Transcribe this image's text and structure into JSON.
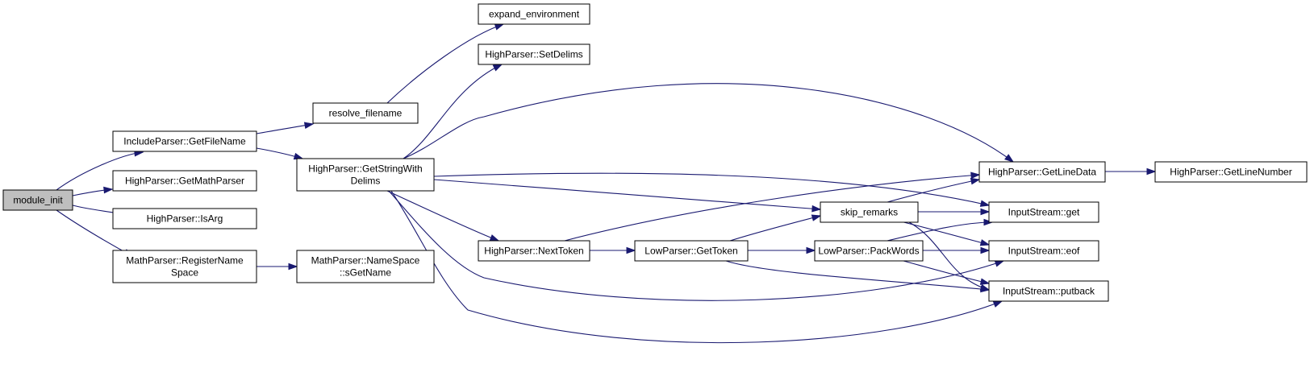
{
  "diagram": {
    "nodes": {
      "module_init": {
        "lines": [
          "module_init"
        ],
        "root": true
      },
      "IncludeParser_GetFileName": {
        "lines": [
          "IncludeParser::GetFileName"
        ]
      },
      "HighParser_GetMathParser": {
        "lines": [
          "HighParser::GetMathParser"
        ]
      },
      "HighParser_IsArg": {
        "lines": [
          "HighParser::IsArg"
        ]
      },
      "MathParser_RegisterNameSpace": {
        "lines": [
          "MathParser::RegisterName",
          "Space"
        ]
      },
      "resolve_filename": {
        "lines": [
          "resolve_filename"
        ]
      },
      "HighParser_GetStringWithDelims": {
        "lines": [
          "HighParser::GetStringWith",
          "Delims"
        ]
      },
      "MathParser_NameSpace_sGetName": {
        "lines": [
          "MathParser::NameSpace",
          "::sGetName"
        ]
      },
      "expand_environment": {
        "lines": [
          "expand_environment"
        ]
      },
      "HighParser_SetDelims": {
        "lines": [
          "HighParser::SetDelims"
        ]
      },
      "HighParser_NextToken": {
        "lines": [
          "HighParser::NextToken"
        ]
      },
      "LowParser_GetToken": {
        "lines": [
          "LowParser::GetToken"
        ]
      },
      "skip_remarks": {
        "lines": [
          "skip_remarks"
        ]
      },
      "LowParser_PackWords": {
        "lines": [
          "LowParser::PackWords"
        ]
      },
      "HighParser_GetLineData": {
        "lines": [
          "HighParser::GetLineData"
        ]
      },
      "InputStream_get": {
        "lines": [
          "InputStream::get"
        ]
      },
      "InputStream_eof": {
        "lines": [
          "InputStream::eof"
        ]
      },
      "InputStream_putback": {
        "lines": [
          "InputStream::putback"
        ]
      },
      "HighParser_GetLineNumber": {
        "lines": [
          "HighParser::GetLineNumber"
        ]
      }
    },
    "edges": [
      [
        "module_init",
        "IncludeParser_GetFileName"
      ],
      [
        "module_init",
        "HighParser_GetMathParser"
      ],
      [
        "module_init",
        "HighParser_IsArg"
      ],
      [
        "module_init",
        "MathParser_RegisterNameSpace"
      ],
      [
        "IncludeParser_GetFileName",
        "resolve_filename"
      ],
      [
        "IncludeParser_GetFileName",
        "HighParser_GetStringWithDelims"
      ],
      [
        "resolve_filename",
        "expand_environment"
      ],
      [
        "MathParser_RegisterNameSpace",
        "MathParser_NameSpace_sGetName"
      ],
      [
        "HighParser_GetStringWithDelims",
        "HighParser_SetDelims"
      ],
      [
        "HighParser_GetStringWithDelims",
        "HighParser_GetLineData"
      ],
      [
        "HighParser_GetStringWithDelims",
        "InputStream_get"
      ],
      [
        "HighParser_GetStringWithDelims",
        "skip_remarks"
      ],
      [
        "HighParser_GetStringWithDelims",
        "HighParser_NextToken"
      ],
      [
        "HighParser_GetStringWithDelims",
        "InputStream_eof"
      ],
      [
        "HighParser_GetStringWithDelims",
        "InputStream_putback"
      ],
      [
        "HighParser_NextToken",
        "LowParser_GetToken"
      ],
      [
        "HighParser_NextToken",
        "HighParser_GetLineData"
      ],
      [
        "LowParser_GetToken",
        "skip_remarks"
      ],
      [
        "LowParser_GetToken",
        "LowParser_PackWords"
      ],
      [
        "LowParser_GetToken",
        "InputStream_putback"
      ],
      [
        "skip_remarks",
        "HighParser_GetLineData"
      ],
      [
        "skip_remarks",
        "InputStream_get"
      ],
      [
        "skip_remarks",
        "InputStream_eof"
      ],
      [
        "skip_remarks",
        "InputStream_putback"
      ],
      [
        "LowParser_PackWords",
        "InputStream_get"
      ],
      [
        "LowParser_PackWords",
        "InputStream_eof"
      ],
      [
        "LowParser_PackWords",
        "InputStream_putback"
      ],
      [
        "HighParser_GetLineData",
        "HighParser_GetLineNumber"
      ]
    ]
  }
}
